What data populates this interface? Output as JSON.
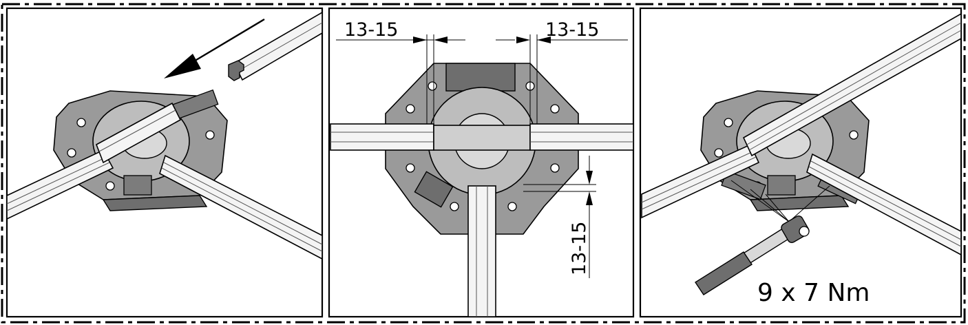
{
  "panels": {
    "left": {},
    "middle": {
      "dim_top_left": "13-15",
      "dim_top_right": "13-15",
      "dim_right_vertical": "13-15"
    },
    "right": {
      "torque_label": "9 x 7 Nm"
    }
  },
  "colors": {
    "line": "#000000",
    "part_gray": "#9a9a9a",
    "part_dark": "#6e6e6e",
    "rail_fill": "#f4f4f4",
    "background": "#ffffff"
  },
  "icons": [
    "arrow-icon",
    "torque-wrench-icon"
  ]
}
